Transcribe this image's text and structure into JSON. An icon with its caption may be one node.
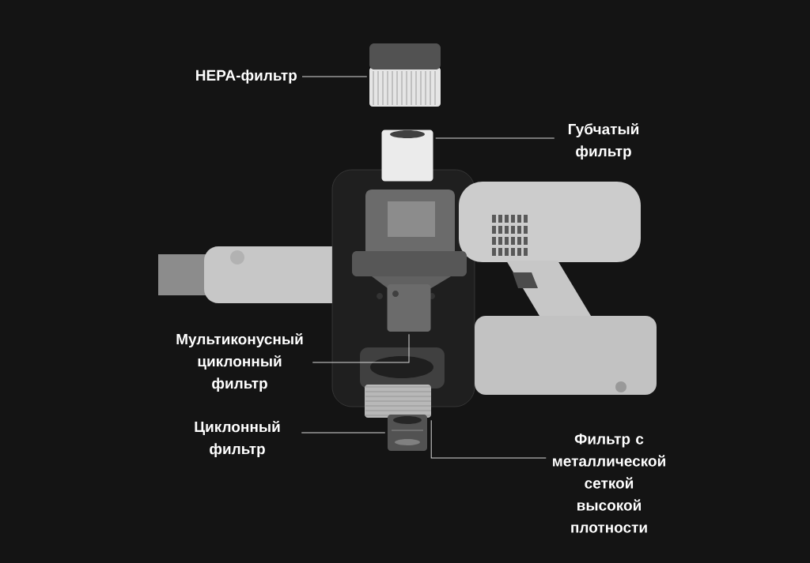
{
  "diagram": {
    "nodes": [
      {
        "text": [
          "HEPA-фильтр"
        ]
      },
      {
        "text": [],
        "shape": "picture"
      },
      {
        "text": [
          "Губчатый фильтр"
        ]
      },
      {
        "text": [],
        "shape": "picture"
      },
      {
        "text": [
          "Мультиконусный циклонный фильтр"
        ]
      },
      {
        "text": [],
        "shape": "picture"
      },
      {
        "text": [
          "Циклонный фильтр"
        ]
      },
      {
        "text": [],
        "shape": "picture"
      },
      {
        "text": [
          "Фильтр с металлической сеткой высокой плотности"
        ]
      },
      {
        "text": [],
        "shape": "picture"
      }
    ],
    "edges": [
      {
        "from": 0,
        "to": 1,
        "arrow": "none"
      },
      {
        "from": 2,
        "to": 3,
        "arrow": "none"
      },
      {
        "from": 4,
        "to": 5,
        "arrow": "none"
      },
      {
        "from": 6,
        "to": 7,
        "arrow": "none"
      },
      {
        "from": 8,
        "to": 9,
        "arrow": "none"
      }
    ]
  }
}
